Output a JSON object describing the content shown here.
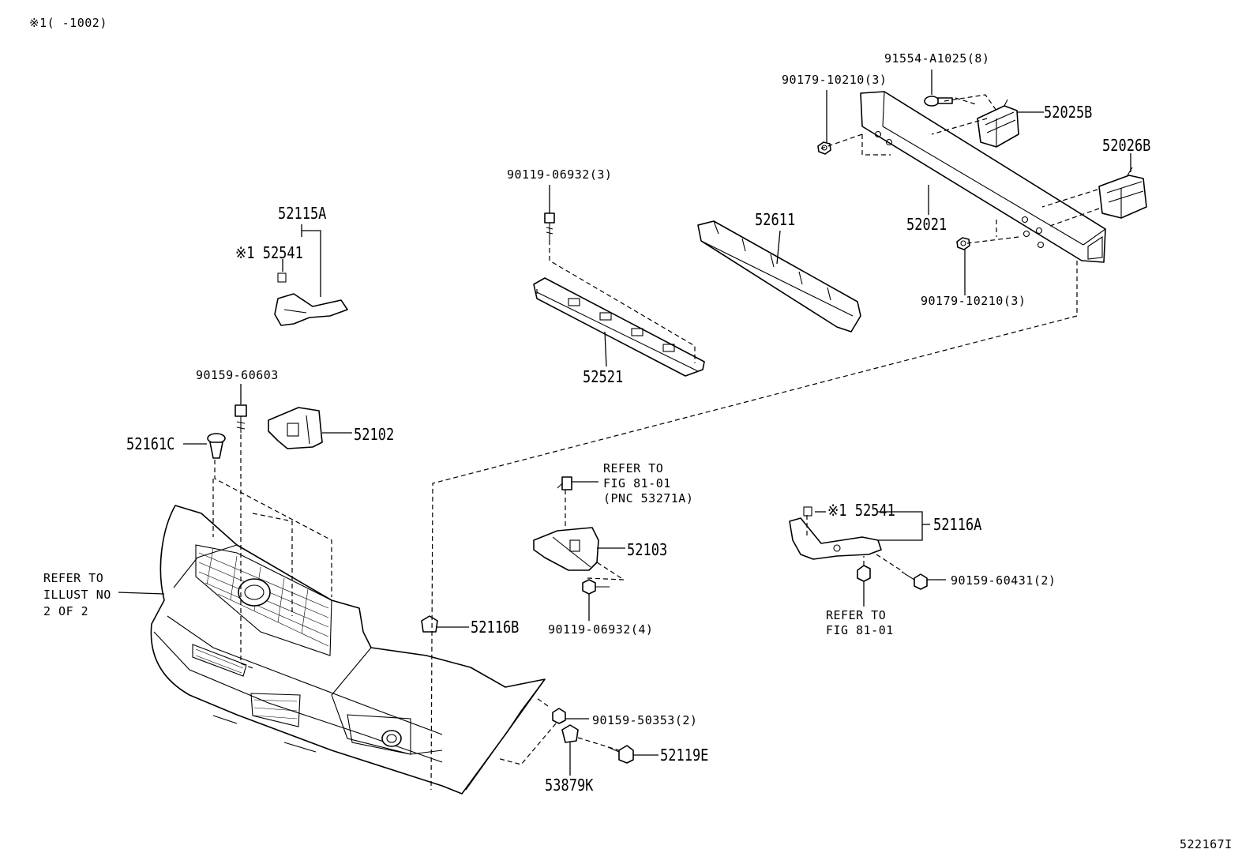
{
  "header_note": "※1(        -1002)",
  "illustration_id": "522167I",
  "labels": {
    "p91554": "91554-A1025(8)",
    "p90179_top": "90179-10210(3)",
    "p52025B": "52025B",
    "p52026B": "52026B",
    "p52021": "52021",
    "p90179_bottom": "90179-10210(3)",
    "p90119_top": "90119-06932(3)",
    "p52611": "52611",
    "p52521": "52521",
    "p52115A": "52115A",
    "p52541_left": "※1 52541",
    "p90159_60603": "90159-60603",
    "p52161C": "52161C",
    "p52102": "52102",
    "refer_illust": "REFER TO\nILLUST NO\n2 OF 2",
    "refer_fig_pnc": "REFER TO\nFIG 81-01\n(PNC 53271A)",
    "p52103": "52103",
    "p90119_bottom": "90119-06932(4)",
    "p52541_right": "※1 52541",
    "p52116A": "52116A",
    "p90159_60431": "90159-60431(2)",
    "refer_fig_right": "REFER TO\nFIG 81-01",
    "p52116B": "52116B",
    "p90159_50353": "90159-50353(2)",
    "p52119E": "52119E",
    "p53879K": "53879K"
  }
}
